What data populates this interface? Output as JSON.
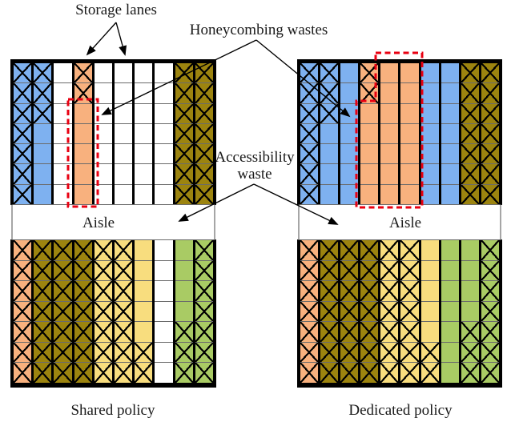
{
  "labels": {
    "storage_lanes": "Storage lanes",
    "honeycombing": "Honeycombing wastes",
    "accessibility_line1": "Accessibility",
    "accessibility_line2": "waste",
    "aisle_left": "Aisle",
    "aisle_right": "Aisle",
    "policy_left": "Shared policy",
    "policy_right": "Dedicated policy"
  },
  "colors": {
    "blue": "#7EB1F0",
    "orange": "#F8B17E",
    "olive": "#9C840F",
    "yellow": "#F8DD7E",
    "green": "#A9CB64",
    "white": "#FFFFFF",
    "dashed_red": "#E80011",
    "line_black": "#000000",
    "row_line_gray": "#6B6B6B"
  },
  "grid": {
    "rows": 7,
    "lanes_per_block": 10
  },
  "blocks": {
    "top_left": {
      "lanes": [
        {
          "color": "blue",
          "x_cells": [
            0,
            1,
            2,
            3,
            4,
            5,
            6
          ]
        },
        {
          "color": "blue",
          "x_cells": [
            0,
            1,
            2
          ]
        },
        {
          "color": "white",
          "x_cells": []
        },
        {
          "color": "orange",
          "x_cells": [
            0,
            1
          ]
        },
        {
          "color": "white",
          "x_cells": []
        },
        {
          "color": "white",
          "x_cells": []
        },
        {
          "color": "white",
          "x_cells": []
        },
        {
          "color": "white",
          "x_cells": []
        },
        {
          "color": "olive",
          "x_cells": [
            0,
            1,
            2,
            3,
            4,
            5,
            6
          ]
        },
        {
          "color": "olive",
          "x_cells": [
            0,
            1,
            2,
            3,
            4,
            5,
            6
          ]
        }
      ]
    },
    "top_right": {
      "lanes": [
        {
          "color": "blue",
          "x_cells": [
            0,
            1,
            2,
            3,
            4,
            5,
            6
          ]
        },
        {
          "color": "blue",
          "x_cells": [
            0,
            1,
            2
          ]
        },
        {
          "color": "blue",
          "x_cells": []
        },
        {
          "color": "orange",
          "x_cells": [
            0,
            1
          ]
        },
        {
          "color": "orange",
          "x_cells": []
        },
        {
          "color": "orange",
          "x_cells": []
        },
        {
          "color": "blue",
          "x_cells": []
        },
        {
          "color": "blue",
          "x_cells": []
        },
        {
          "color": "olive",
          "x_cells": [
            0,
            1,
            2,
            3,
            4,
            5,
            6
          ]
        },
        {
          "color": "olive",
          "x_cells": [
            0,
            1,
            2,
            3,
            4,
            5,
            6
          ]
        }
      ]
    },
    "bottom_left": {
      "lanes": [
        {
          "color": "orange",
          "x_cells": [
            0,
            1,
            2,
            3,
            4,
            5,
            6
          ]
        },
        {
          "color": "olive",
          "x_cells": [
            0,
            1,
            2,
            3,
            4,
            5,
            6
          ]
        },
        {
          "color": "olive",
          "x_cells": [
            0,
            1,
            2,
            3,
            4,
            5,
            6
          ]
        },
        {
          "color": "olive",
          "x_cells": [
            0,
            1,
            2,
            3,
            4,
            5,
            6
          ]
        },
        {
          "color": "yellow",
          "x_cells": [
            0,
            1,
            2,
            3,
            4,
            5,
            6
          ]
        },
        {
          "color": "yellow",
          "x_cells": [
            0,
            1,
            2,
            3,
            4,
            5,
            6
          ]
        },
        {
          "color": "yellow",
          "x_cells": [
            5,
            6
          ]
        },
        {
          "color": "white",
          "x_cells": []
        },
        {
          "color": "green",
          "x_cells": [
            4,
            5,
            6
          ]
        },
        {
          "color": "green",
          "x_cells": [
            0,
            1,
            2,
            3,
            4,
            5,
            6
          ]
        }
      ]
    },
    "bottom_right": {
      "lanes": [
        {
          "color": "orange",
          "x_cells": [
            0,
            1,
            2,
            3,
            4,
            5,
            6
          ]
        },
        {
          "color": "olive",
          "x_cells": [
            0,
            1,
            2,
            3,
            4,
            5,
            6
          ]
        },
        {
          "color": "olive",
          "x_cells": [
            0,
            1,
            2,
            3,
            4,
            5,
            6
          ]
        },
        {
          "color": "olive",
          "x_cells": [
            0,
            1,
            2,
            3,
            4,
            5,
            6
          ]
        },
        {
          "color": "yellow",
          "x_cells": [
            0,
            1,
            2,
            3,
            4,
            5,
            6
          ]
        },
        {
          "color": "yellow",
          "x_cells": [
            0,
            1,
            2,
            3,
            4,
            5,
            6
          ]
        },
        {
          "color": "yellow",
          "x_cells": [
            5,
            6
          ]
        },
        {
          "color": "green",
          "x_cells": []
        },
        {
          "color": "green",
          "x_cells": [
            4,
            5,
            6
          ]
        },
        {
          "color": "green",
          "x_cells": [
            0,
            1,
            2,
            3,
            4,
            5,
            6
          ]
        }
      ]
    }
  }
}
